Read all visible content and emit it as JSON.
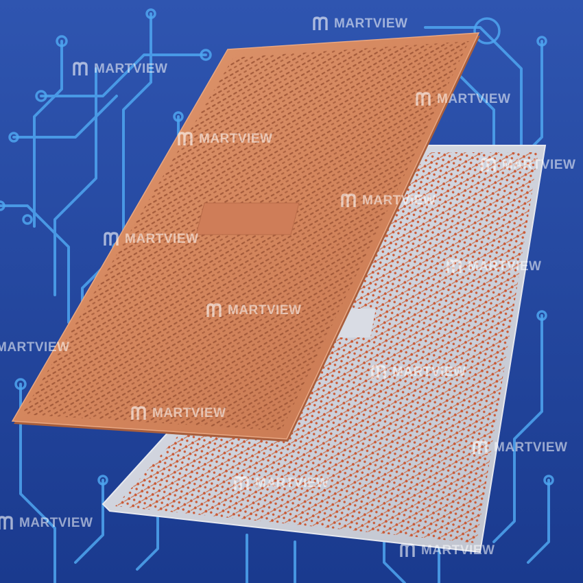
{
  "image": {
    "kind": "product render",
    "subject": "two thin etched metal stencil sheets floating over a circuit-trace background",
    "colors": {
      "background_top": "#2f55b0",
      "background_bottom": "#1a3a8e",
      "circuit_traces": "#4fa6f0",
      "copper_sheet": "#d4865d",
      "copper_sheet_dark": "#a85e3c",
      "steel_sheet": "#c9ccd6",
      "steel_pads": "#c9542e",
      "watermark": "#ffffff"
    }
  },
  "watermark": {
    "brand": "MARTVIEW",
    "logo_letter": "m"
  }
}
